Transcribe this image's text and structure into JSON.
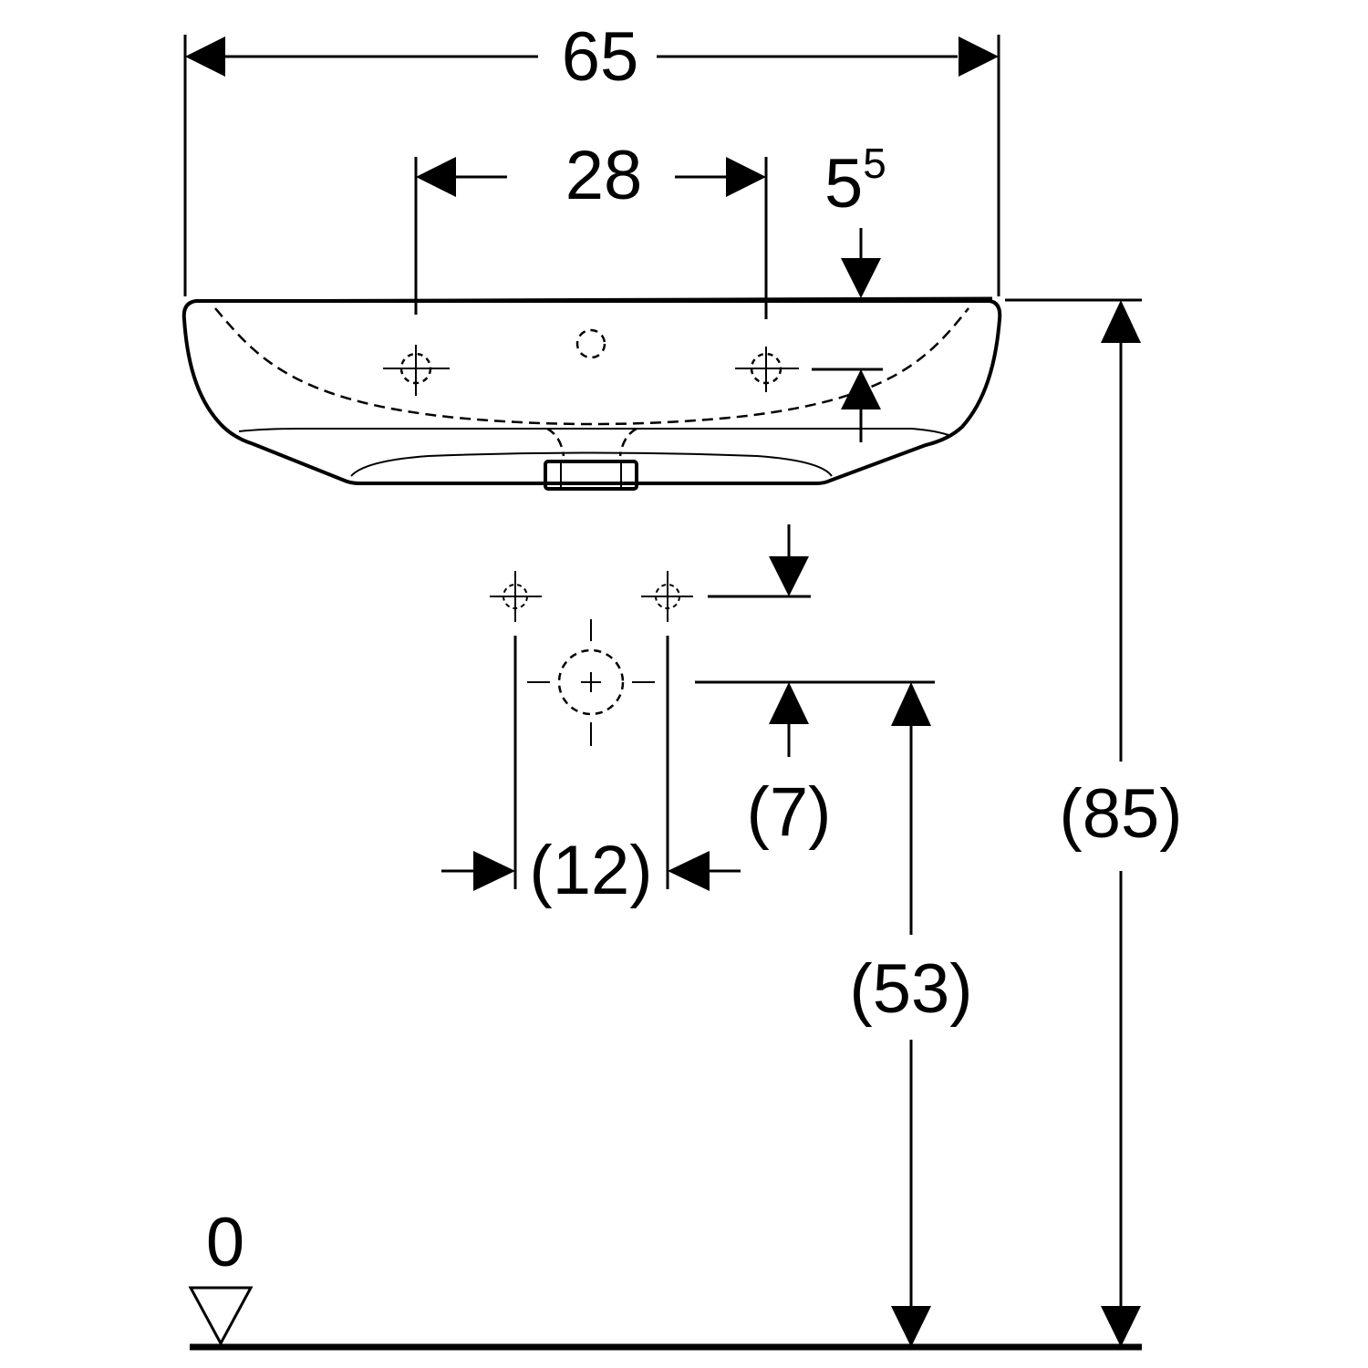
{
  "dimensions": {
    "overall_width": "65",
    "tap_hole_spacing": "28",
    "rim_thickness_base": "5",
    "rim_thickness_sup": "5",
    "supply_offset": "(7)",
    "supply_spacing": "(12)",
    "drain_height": "(53)",
    "rim_height": "(85)",
    "floor_level": "0"
  },
  "colors": {
    "line": "#000000",
    "background": "#ffffff"
  }
}
